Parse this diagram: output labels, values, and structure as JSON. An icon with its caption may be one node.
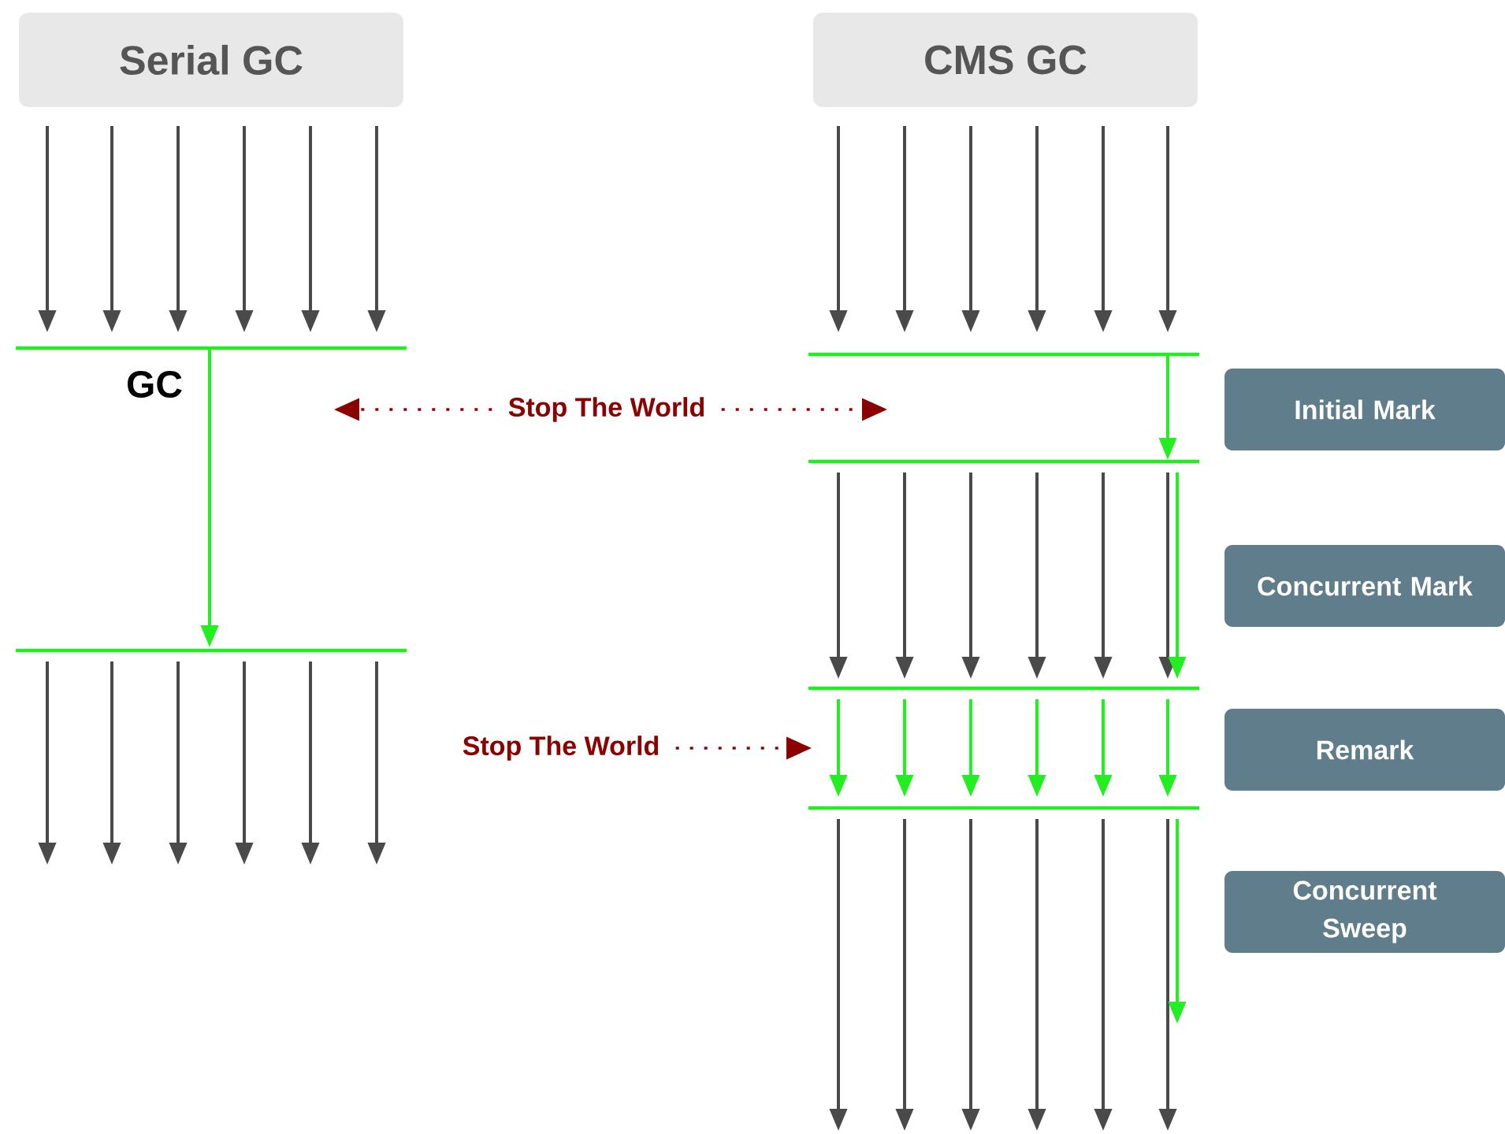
{
  "diagram": {
    "nodes": [
      {
        "text": [
          "Serial GC"
        ]
      },
      {
        "text": [
          "CMS GC"
        ]
      },
      {
        "text": [
          "Stop The World"
        ]
      },
      {
        "text": [
          "Stop The World"
        ]
      },
      {
        "text": [
          "Initial Mark"
        ]
      },
      {
        "text": [
          "Concurrent Mark"
        ]
      },
      {
        "text": [
          "Remark"
        ]
      },
      {
        "text": [
          "Concurrent Sweep"
        ]
      }
    ],
    "edges": [
      {
        "from": 2,
        "to": null,
        "arrow": "to"
      },
      {
        "from": 2,
        "to": null,
        "arrow": "to"
      },
      {
        "from": 3,
        "to": null,
        "arrow": "to"
      }
    ],
    "labels": [
      "GC"
    ]
  }
}
